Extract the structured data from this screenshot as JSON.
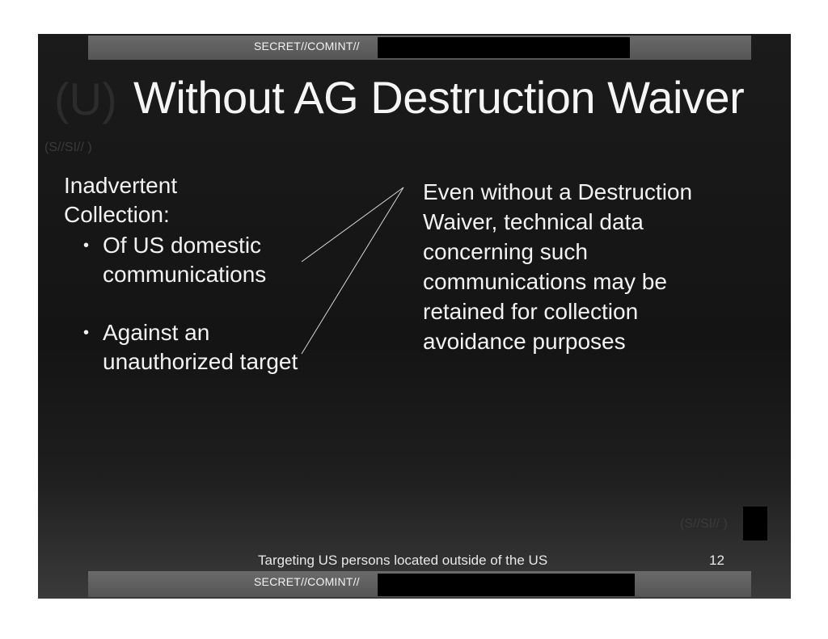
{
  "classification": {
    "banner_top": "SECRET//COMINT//",
    "banner_bottom": "SECRET//COMINT//",
    "portion_top": "(S//SI//      )",
    "portion_bottom": "(S//SI//      )"
  },
  "title": {
    "prefix": "(U)",
    "text": "Without AG Destruction Waiver"
  },
  "left": {
    "lead": "Inadvertent Collection:",
    "bullets": [
      "Of US domestic communications",
      "Against an unauthorized target"
    ],
    "bullet_glyph": "•"
  },
  "right": {
    "text": "Even without a Destruction Waiver, technical data concerning such communications may be retained for collection avoidance purposes"
  },
  "footer": {
    "text": "Targeting US persons located outside of the US",
    "page_number": "12"
  }
}
